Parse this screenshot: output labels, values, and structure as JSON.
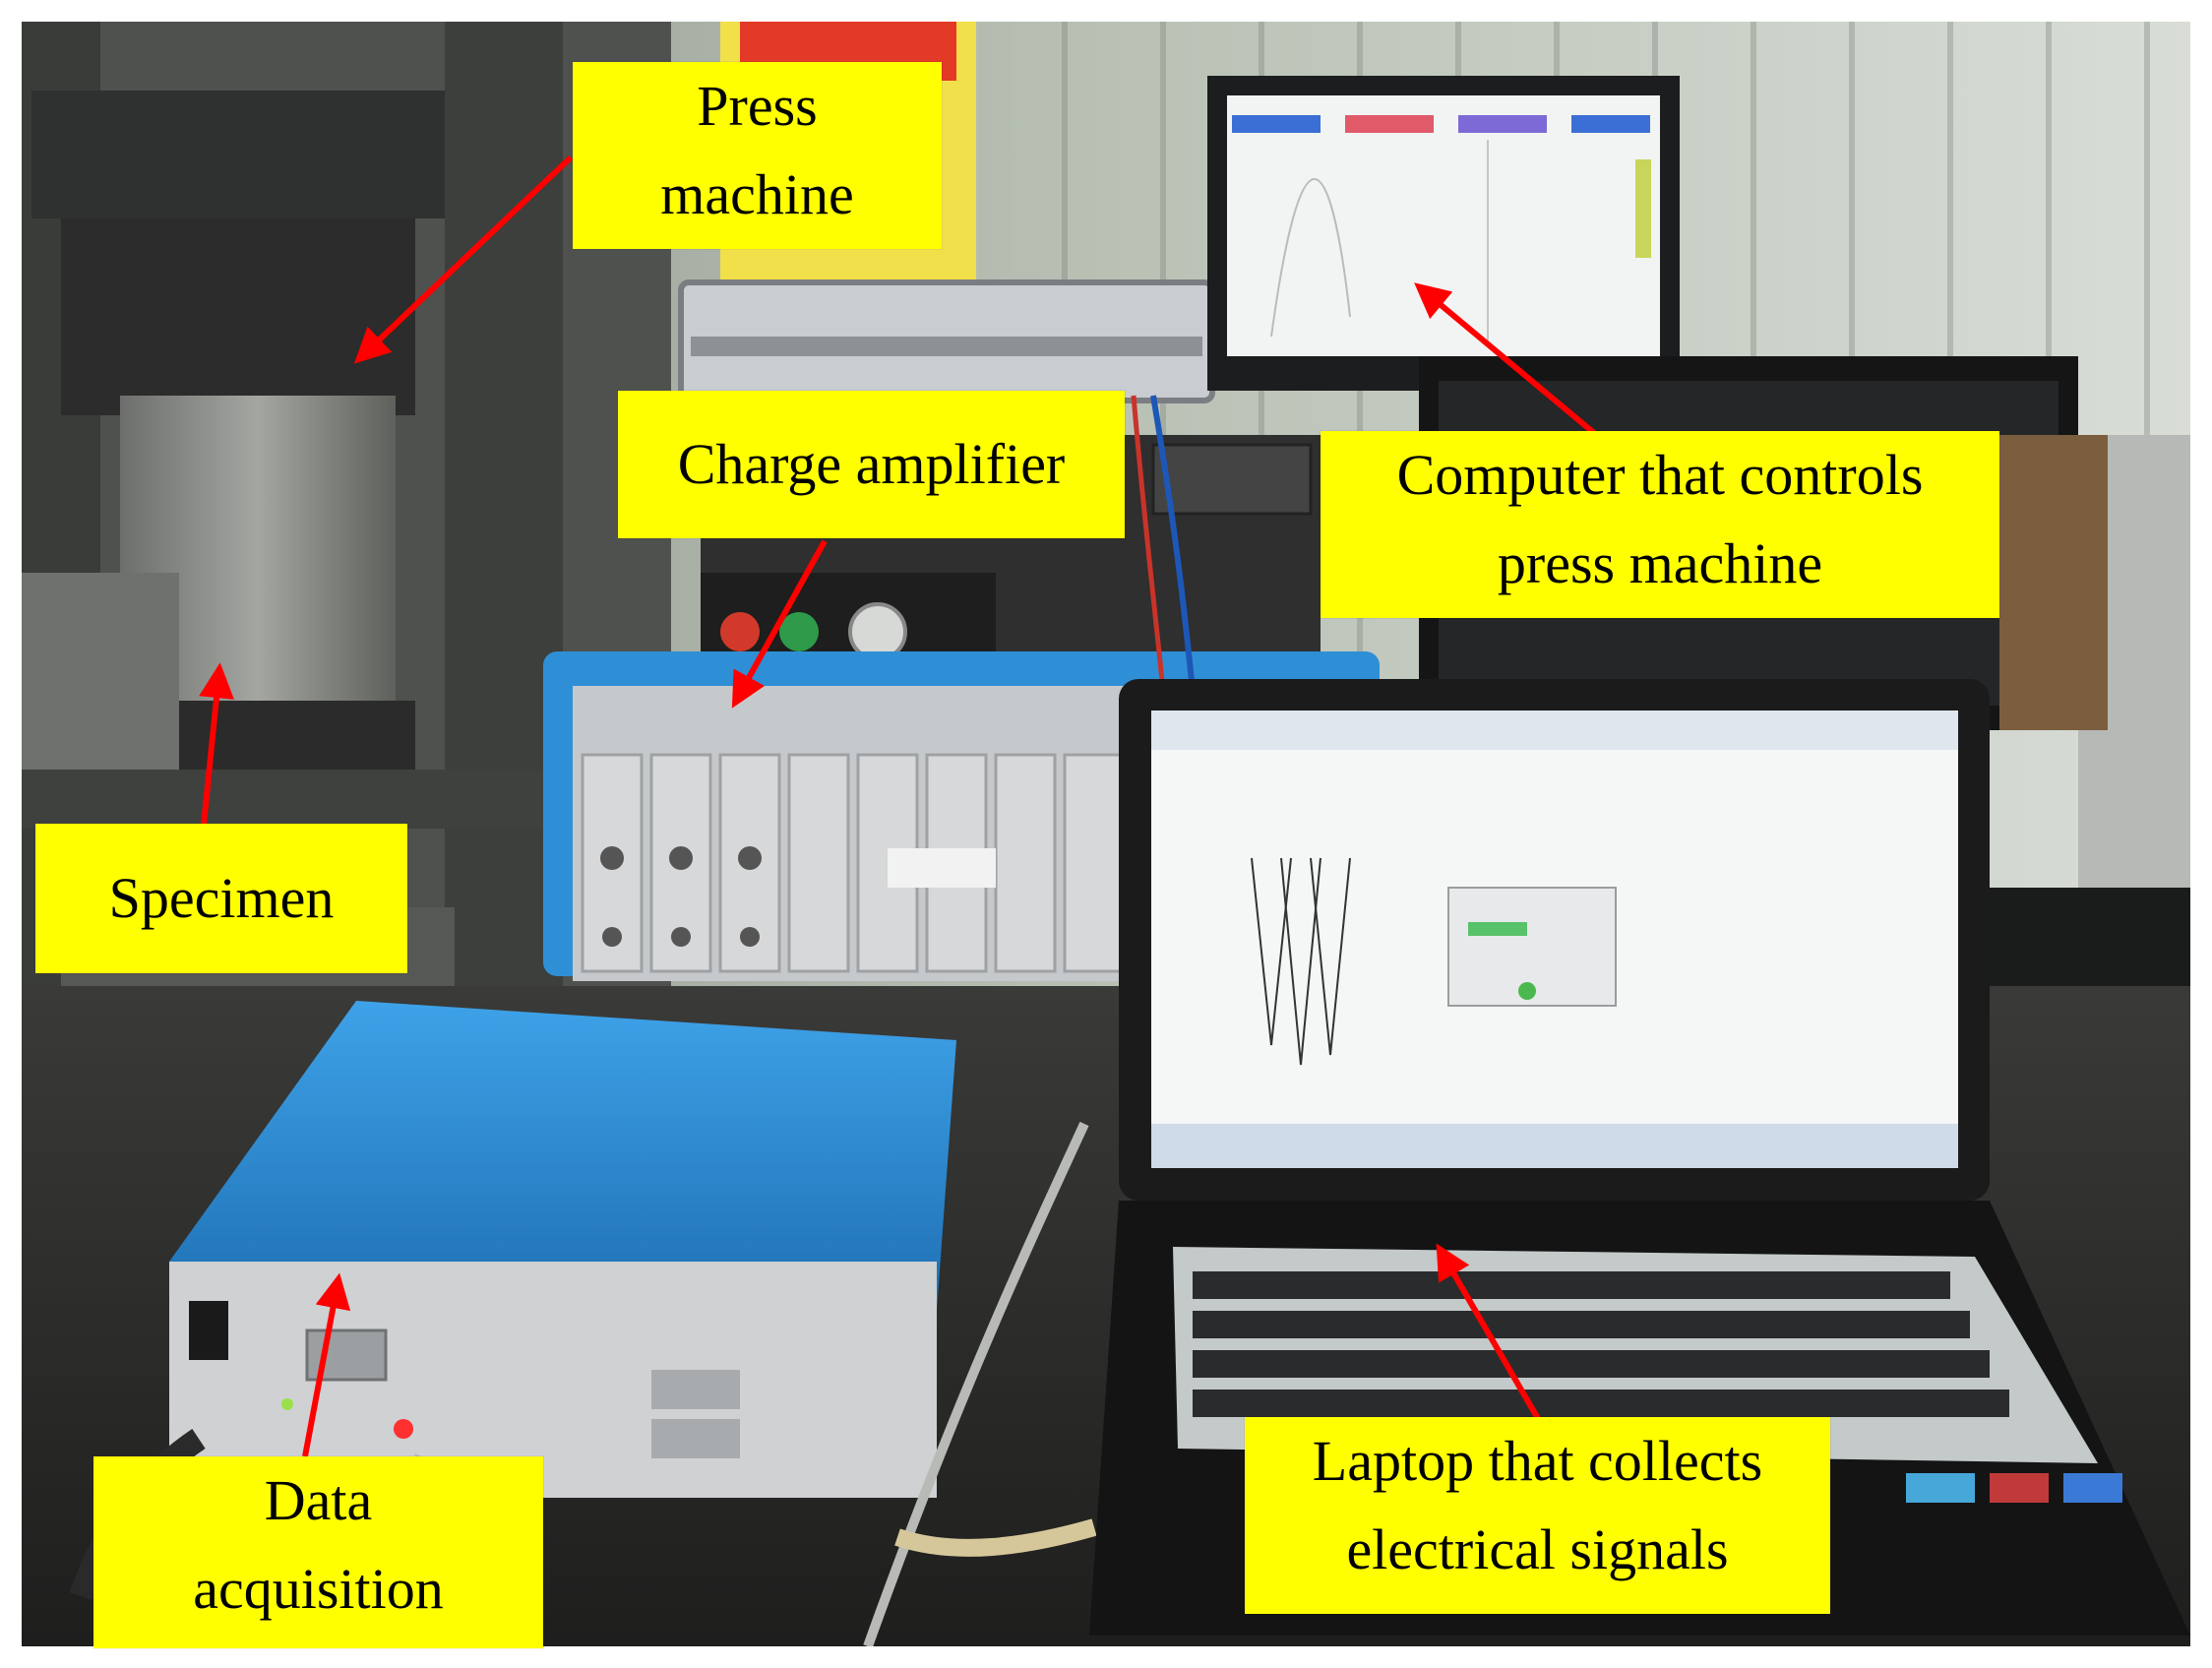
{
  "labels": {
    "press_machine": [
      "Press",
      "machine"
    ],
    "charge_amplifier": [
      "Charge amplifier"
    ],
    "computer": [
      "Computer that controls",
      "press machine"
    ],
    "specimen": [
      "Specimen"
    ],
    "data_acquisition": [
      "Data",
      "acquisition"
    ],
    "laptop": [
      "Laptop that collects",
      "electrical signals"
    ]
  },
  "colors": {
    "label_bg": "#ffff00",
    "arrow": "#ff0000",
    "amplifier_case": "#2f8fd6",
    "daq_case": "#2a8ad0"
  }
}
